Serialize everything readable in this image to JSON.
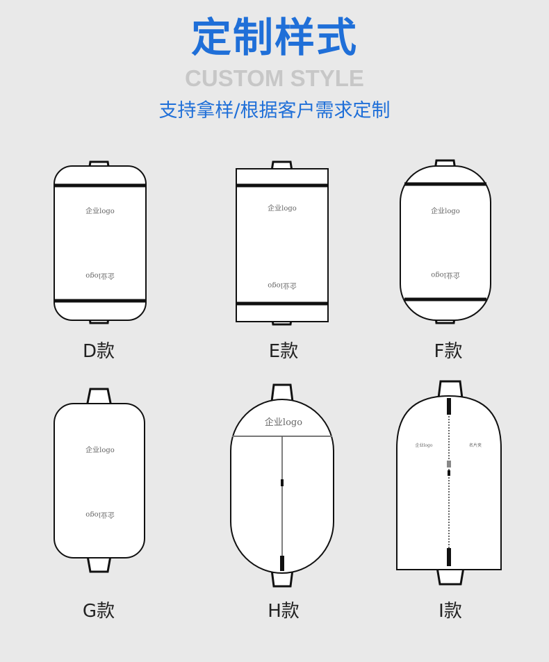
{
  "header": {
    "title": "定制样式",
    "subtitle_en": "CUSTOM STYLE",
    "tagline": "支持拿样/根据客户需求定制"
  },
  "styles": [
    {
      "label": "D款",
      "logo_top": "企业logo",
      "logo_bottom": "企业logo"
    },
    {
      "label": "E款",
      "logo_top": "企业logo",
      "logo_bottom": "企业logo"
    },
    {
      "label": "F款",
      "logo_top": "企业logo",
      "logo_bottom": "企业logo"
    },
    {
      "label": "G款",
      "logo_top": "企业logo",
      "logo_bottom": "企业logo"
    },
    {
      "label": "H款",
      "logo_top": "企业logo"
    },
    {
      "label": "I款",
      "logo_top": "企业logo",
      "logo_right": "名片夹"
    }
  ]
}
